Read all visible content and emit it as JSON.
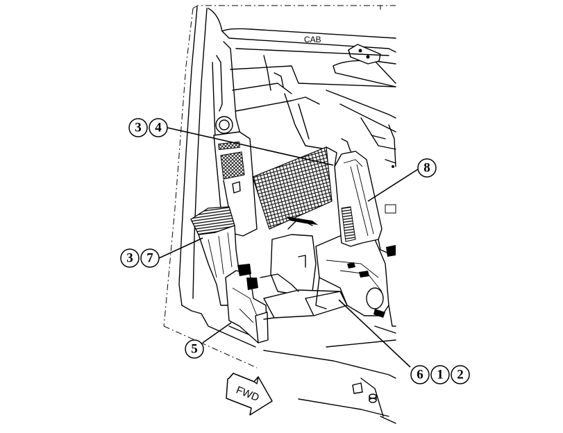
{
  "diagram": {
    "area_label": "CAB",
    "direction_label": "FWD",
    "callouts": [
      {
        "id": "callout-34",
        "numbers": [
          "3",
          "4"
        ]
      },
      {
        "id": "callout-8",
        "numbers": [
          "8"
        ]
      },
      {
        "id": "callout-37",
        "numbers": [
          "3",
          "7"
        ]
      },
      {
        "id": "callout-5",
        "numbers": [
          "5"
        ]
      },
      {
        "id": "callout-612",
        "numbers": [
          "6",
          "1",
          "2"
        ]
      }
    ]
  }
}
